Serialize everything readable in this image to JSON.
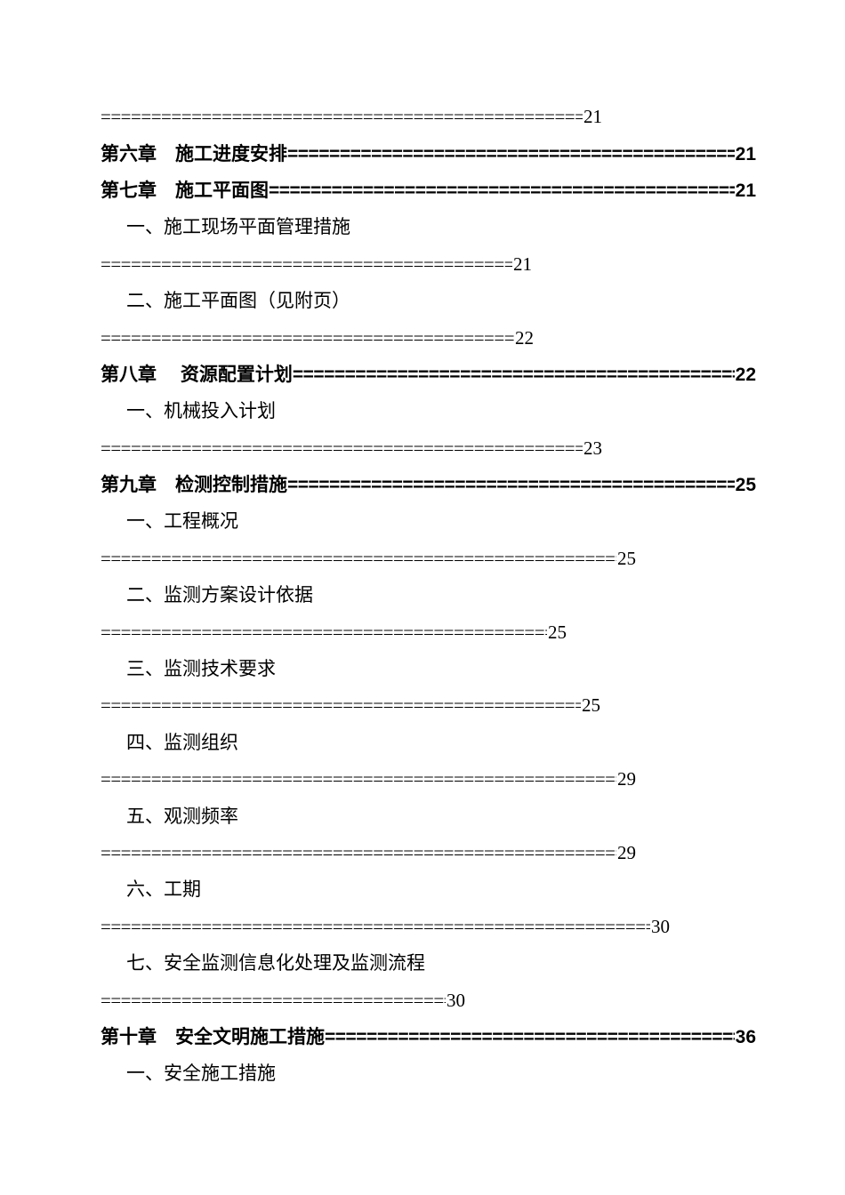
{
  "document": {
    "kind": "table-of-contents-page",
    "background_color": "#ffffff",
    "text_color": "#000000",
    "leader_char": "="
  },
  "toc": {
    "entries": [
      {
        "type": "leader",
        "label": "",
        "page": "21",
        "row_width": 564
      },
      {
        "type": "chapter",
        "label": "第六章　施工进度安排",
        "page": "21",
        "row_width": 737
      },
      {
        "type": "chapter",
        "label": "第七章　施工平面图",
        "page": "21",
        "row_width": 737
      },
      {
        "type": "sub",
        "label": "一、施工现场平面管理措施",
        "page": "",
        "row_width": 0
      },
      {
        "type": "leader",
        "label": "",
        "page": "21",
        "row_width": 485
      },
      {
        "type": "sub",
        "label": "二、施工平面图（见附页）",
        "page": "",
        "row_width": 0
      },
      {
        "type": "leader",
        "label": "",
        "page": "22",
        "row_width": 487
      },
      {
        "type": "chapter",
        "label": "第八章　 资源配置计划",
        "page": "22",
        "row_width": 737
      },
      {
        "type": "sub",
        "label": "一、机械投入计划",
        "page": "",
        "row_width": 0
      },
      {
        "type": "leader",
        "label": "",
        "page": "23",
        "row_width": 564
      },
      {
        "type": "chapter",
        "label": "第九章　检测控制措施",
        "page": "25",
        "row_width": 737
      },
      {
        "type": "sub",
        "label": "一、工程概况",
        "page": "",
        "row_width": 0
      },
      {
        "type": "leader",
        "label": "",
        "page": "25",
        "row_width": 602
      },
      {
        "type": "sub",
        "label": "二、监测方案设计依据",
        "page": "",
        "row_width": 0
      },
      {
        "type": "leader",
        "label": "",
        "page": "25",
        "row_width": 524
      },
      {
        "type": "sub",
        "label": "三、监测技术要求",
        "page": "",
        "row_width": 0
      },
      {
        "type": "leader",
        "label": "",
        "page": "25",
        "row_width": 562
      },
      {
        "type": "sub",
        "label": "四、监测组织",
        "page": "",
        "row_width": 0
      },
      {
        "type": "leader",
        "label": "",
        "page": "29",
        "row_width": 602
      },
      {
        "type": "sub",
        "label": "五、观测频率",
        "page": "",
        "row_width": 0
      },
      {
        "type": "leader",
        "label": "",
        "page": "29",
        "row_width": 602
      },
      {
        "type": "sub",
        "label": "六、工期",
        "page": "",
        "row_width": 0
      },
      {
        "type": "leader",
        "label": "",
        "page": "30",
        "row_width": 640
      },
      {
        "type": "sub",
        "label": "七、安全监测信息化处理及监测流程",
        "page": "",
        "row_width": 0
      },
      {
        "type": "leader",
        "label": "",
        "page": "30",
        "row_width": 410
      },
      {
        "type": "chapter",
        "label": "第十章　安全文明施工措施",
        "page": "36",
        "row_width": 737
      },
      {
        "type": "sub",
        "label": "一、安全施工措施",
        "page": "",
        "row_width": 0
      }
    ]
  }
}
